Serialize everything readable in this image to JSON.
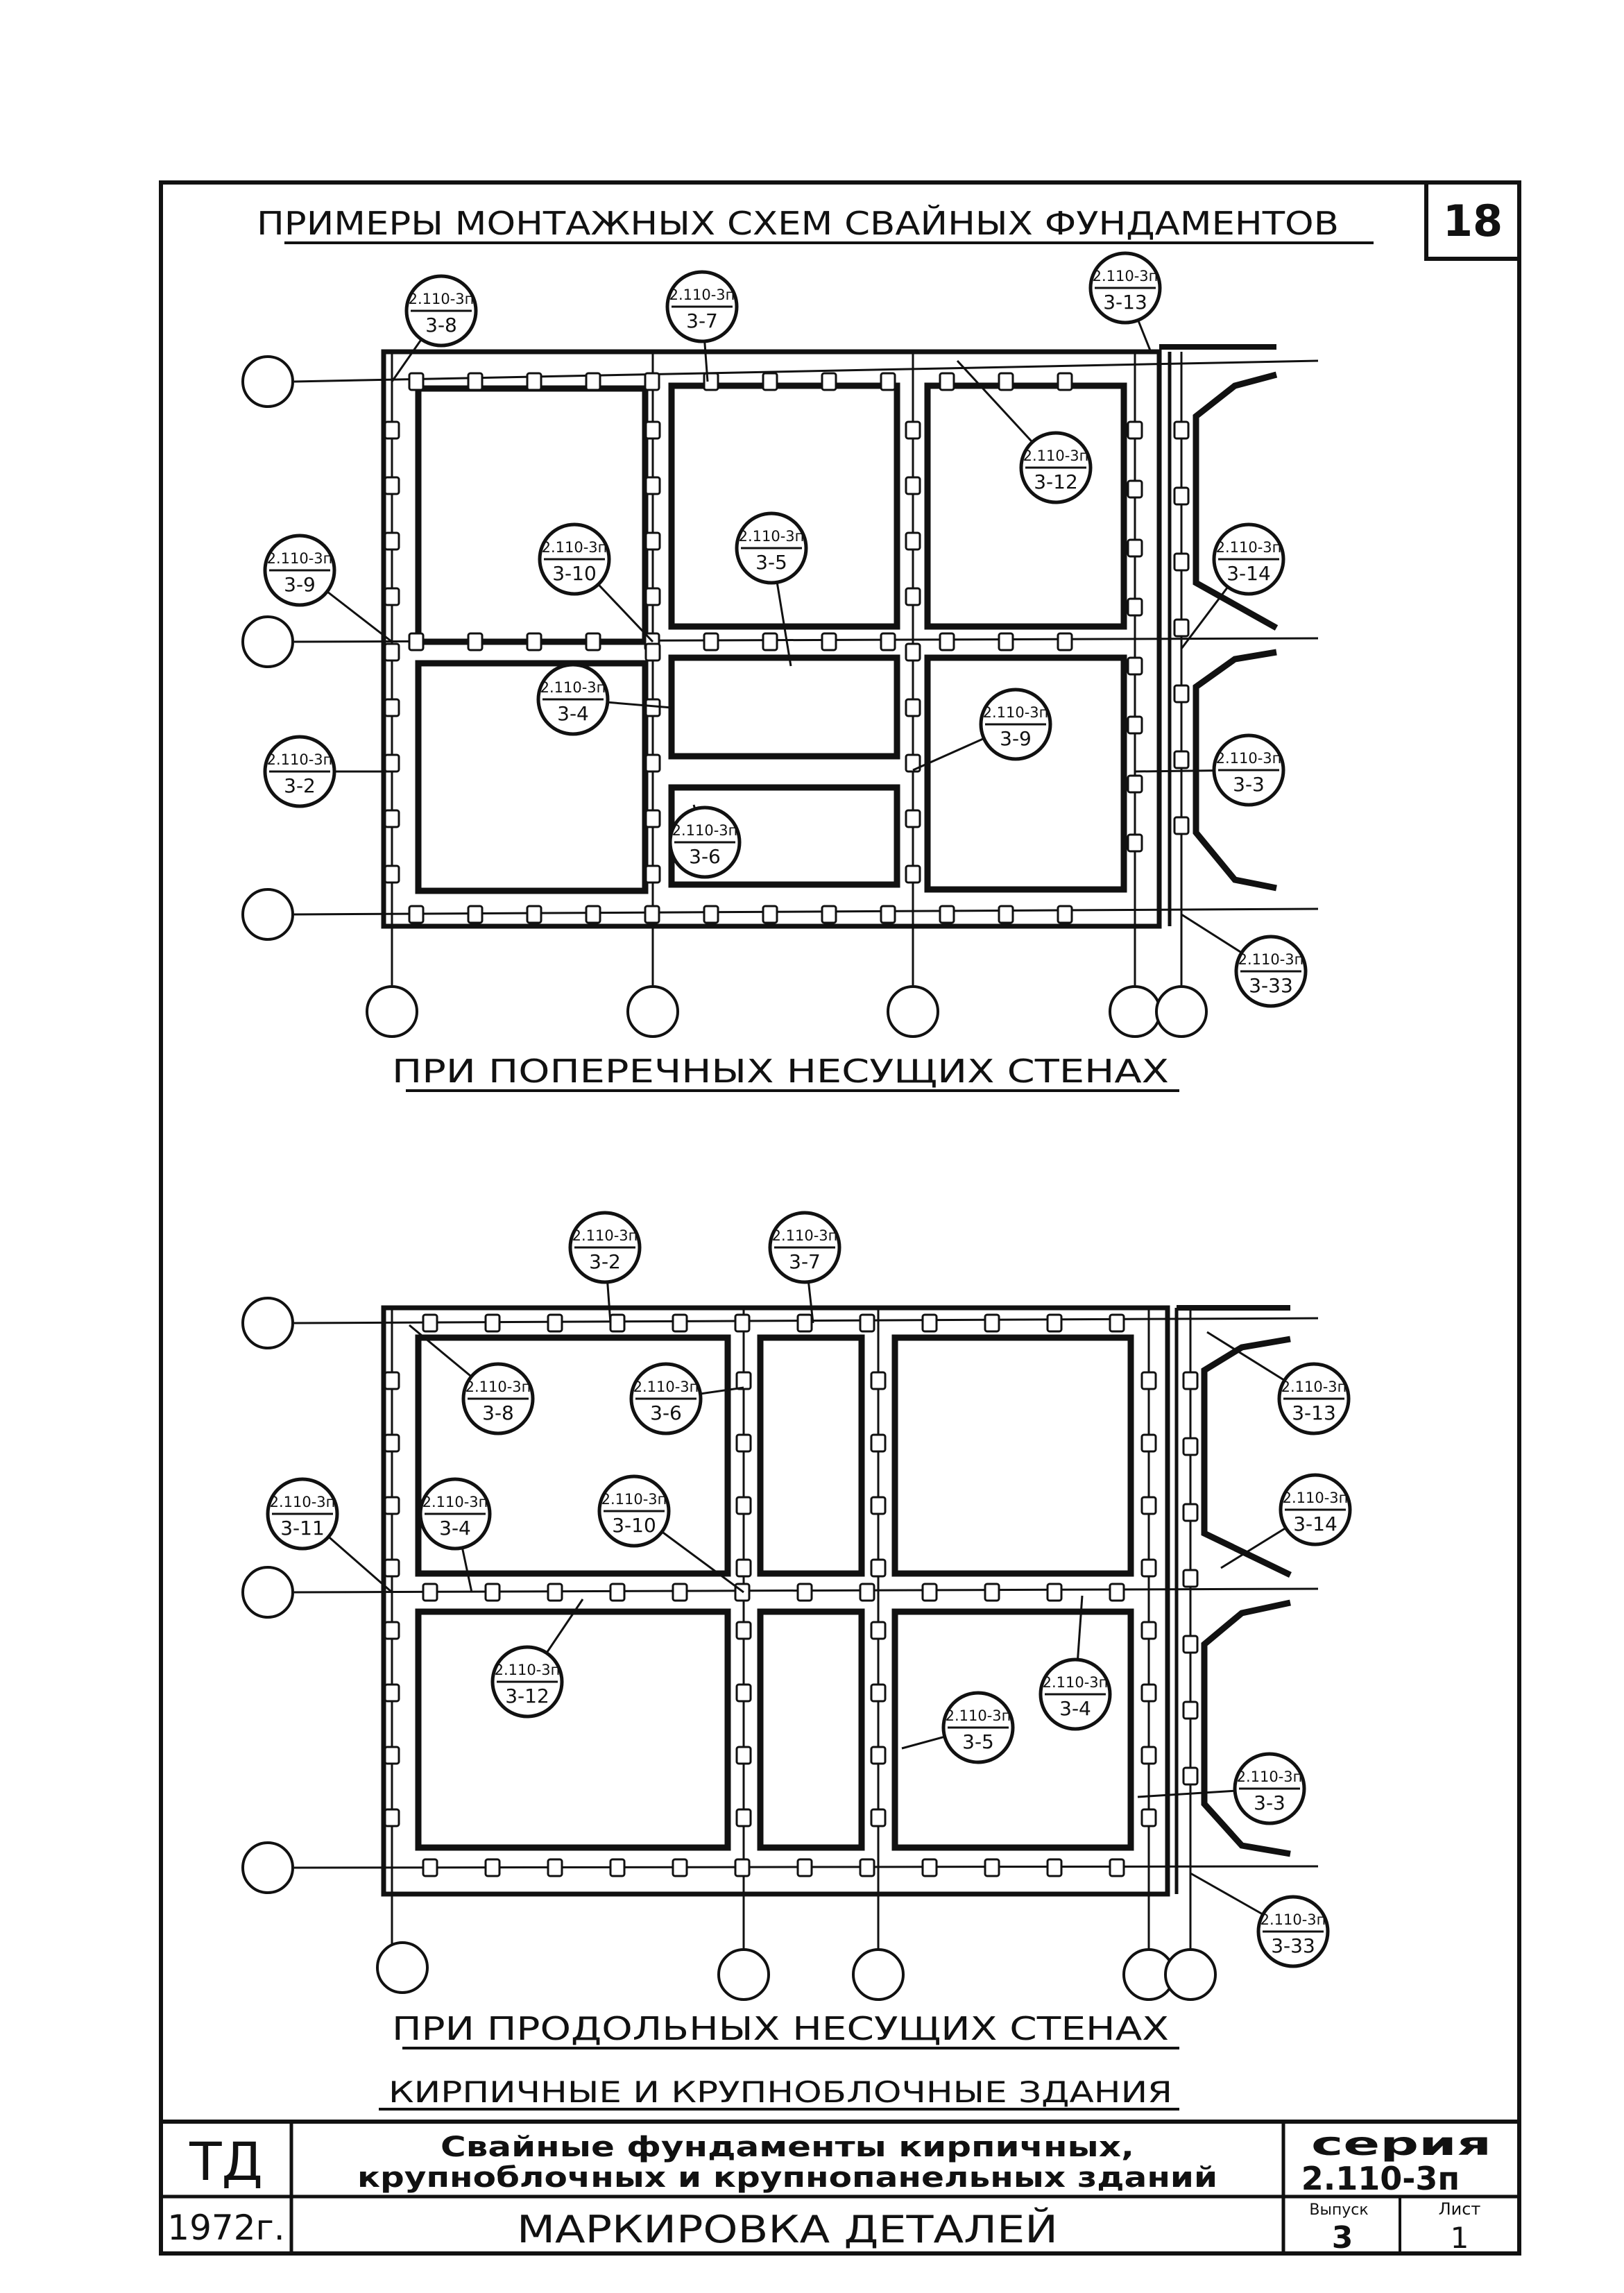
{
  "sheet": {
    "main_title": "ПРИМЕРЫ МОНТАЖНЫХ СХЕМ СВАЙНЫХ ФУНДАМЕНТОВ",
    "sheet_number": "18"
  },
  "top_plan": {
    "caption": "ПРИ ПОПЕРЕЧНЫХ НЕСУЩИХ СТЕНАХ",
    "callouts": [
      {
        "series": "2.110-3п",
        "detail": "3-8"
      },
      {
        "series": "2.110-3п",
        "detail": "3-7"
      },
      {
        "series": "2.110-3п",
        "detail": "3-13"
      },
      {
        "series": "2.110-3п",
        "detail": "3-12"
      },
      {
        "series": "2.110-3п",
        "detail": "3-9"
      },
      {
        "series": "2.110-3п",
        "detail": "3-10"
      },
      {
        "series": "2.110-3п",
        "detail": "3-5"
      },
      {
        "series": "2.110-3п",
        "detail": "3-14"
      },
      {
        "series": "2.110-3п",
        "detail": "3-4"
      },
      {
        "series": "2.110-3п",
        "detail": "3-9"
      },
      {
        "series": "2.110-3п",
        "detail": "3-2"
      },
      {
        "series": "2.110-3п",
        "detail": "3-3"
      },
      {
        "series": "2.110-3п",
        "detail": "3-6"
      },
      {
        "series": "2.110-3п",
        "detail": "3-33"
      }
    ]
  },
  "bottom_plan": {
    "caption": "ПРИ ПРОДОЛЬНЫХ НЕСУЩИХ СТЕНАХ",
    "callouts": [
      {
        "series": "2.110-3п",
        "detail": "3-2"
      },
      {
        "series": "2.110-3п",
        "detail": "3-7"
      },
      {
        "series": "2.110-3п",
        "detail": "3-8"
      },
      {
        "series": "2.110-3п",
        "detail": "3-6"
      },
      {
        "series": "2.110-3п",
        "detail": "3-13"
      },
      {
        "series": "2.110-3п",
        "detail": "3-11"
      },
      {
        "series": "2.110-3п",
        "detail": "3-4"
      },
      {
        "series": "2.110-3п",
        "detail": "3-10"
      },
      {
        "series": "2.110-3п",
        "detail": "3-14"
      },
      {
        "series": "2.110-3п",
        "detail": "3-12"
      },
      {
        "series": "2.110-3п",
        "detail": "3-4"
      },
      {
        "series": "2.110-3п",
        "detail": "3-5"
      },
      {
        "series": "2.110-3п",
        "detail": "3-3"
      },
      {
        "series": "2.110-3п",
        "detail": "3-33"
      }
    ]
  },
  "subtitle": "КИРПИЧНЫЕ И КРУПНОБЛОЧНЫЕ ЗДАНИЯ",
  "title_block": {
    "org": "ТД",
    "year": "1972г.",
    "description_line1": "Свайные фундаменты кирпичных,",
    "description_line2": "крупноблочных и крупнопанельных зданий",
    "sheet_title": "МАРКИРОВКА ДЕТАЛЕЙ",
    "series_label": "серия",
    "series_value": "2.110-3п",
    "issue_label": "Выпуск",
    "issue_value": "3",
    "sheet_label": "Лист",
    "sheet_value": "1"
  }
}
